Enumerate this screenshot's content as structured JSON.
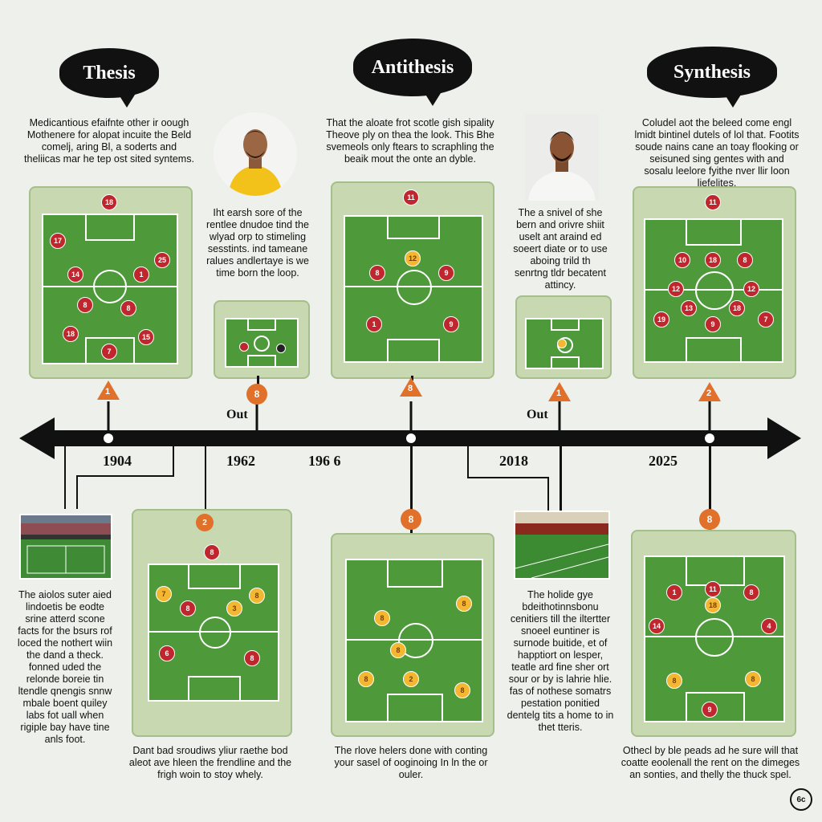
{
  "headings": {
    "thesis": "Thesis",
    "antithesis": "Antithesis",
    "synthesis": "Synthesis"
  },
  "top_texts": {
    "thesis": "Medicantious efaifnte other ir oough Mothenere for alopat incuite the Beld comelj, aring Bl, a soderts and theliicas mar he tep ost sited syntems.",
    "antithesis": "That the aloate frot scotle gish sipality Theove ply on thea the look. This Bhe svemeols only ftears to scraphling the beaik mout the onte an dyble.",
    "synthesis": "Coludel aot the beleed come engl lmidt bintinel dutels of lol that. Footits soude nains cane an toay flooking or seisuned sing gentes with and sosalu leelore fyithe nver llir loon liefelites."
  },
  "mid_texts": {
    "left": "Iht earsh sore of the rentlee dnudoe tind the wlyad orp to stimeling sesstints. ind tameane ralues andlertaye is we time born the loop.",
    "right": "The a snivel of she bern and orivre shiit uselt ant araind ed soeert diate or to use aboing trild th senrtng tldr becatent attincy."
  },
  "bottom_texts": {
    "far_left": "The aiolos suter aied lindoetis be eodte srine atterd scone facts for the bsurs rof loced the nothert wiin the dand a theck. fonned uded the relonde boreie tin ltendle qnengis snnw mbale boent quiley labs fot uall when rigiple bay have tine anls foot.",
    "left": "Dant bad sroudiws yliur raethe bod aleot ave hleen the frendline and the frigh woin to stoy whely.",
    "center": "The rlove helers done with conting your sasel of ooginoing In ln the or ouler.",
    "right_mid": "The holide gye bdeithotinnsbonu cenitiers till the iltertter snoeel euntiner is surnode buitide, et of happtiort on lesper, teatle ard fine sher ort sour or by is lahrie hlie. fas of nothese somatrs pestation ponitied dentelg tits a home to in thet tteris.",
    "far_right": "Othecl by ble peads ad he sure will that coatte eoolenall the rent on the dimeges an sonties, and thelly the thuck spel."
  },
  "timeline": {
    "years": [
      "1904",
      "1962",
      "196 6",
      "2018",
      "2025"
    ],
    "out_labels": [
      "Out",
      "Out"
    ],
    "markers": [
      "1",
      "8",
      "8",
      "1",
      "2",
      "8",
      "8"
    ]
  },
  "formations": {
    "thesis": [
      "18",
      "17",
      "25",
      "14",
      "1",
      "8",
      "8",
      "18",
      "15",
      "7"
    ],
    "antithesis": [
      "11",
      "12",
      "8",
      "9",
      "1",
      "9"
    ],
    "synthesis": [
      "11",
      "10",
      "18",
      "8",
      "12",
      "12",
      "13",
      "18",
      "19",
      "9",
      "7"
    ],
    "bottom_left": [
      "2",
      "8",
      "7",
      "8",
      "8",
      "3",
      "6",
      "8"
    ],
    "bottom_center": [
      "8",
      "8",
      "8",
      "2",
      "8",
      "8"
    ],
    "bottom_right": [
      "11",
      "1",
      "8",
      "18",
      "14",
      "4",
      "8",
      "8",
      "9"
    ]
  },
  "logo": "6c",
  "colors": {
    "pitch": "#4e9a3a",
    "card": "#c8d8b0",
    "marker": "#e0702a",
    "player_red": "#c0262d",
    "player_yellow": "#f3b731"
  }
}
